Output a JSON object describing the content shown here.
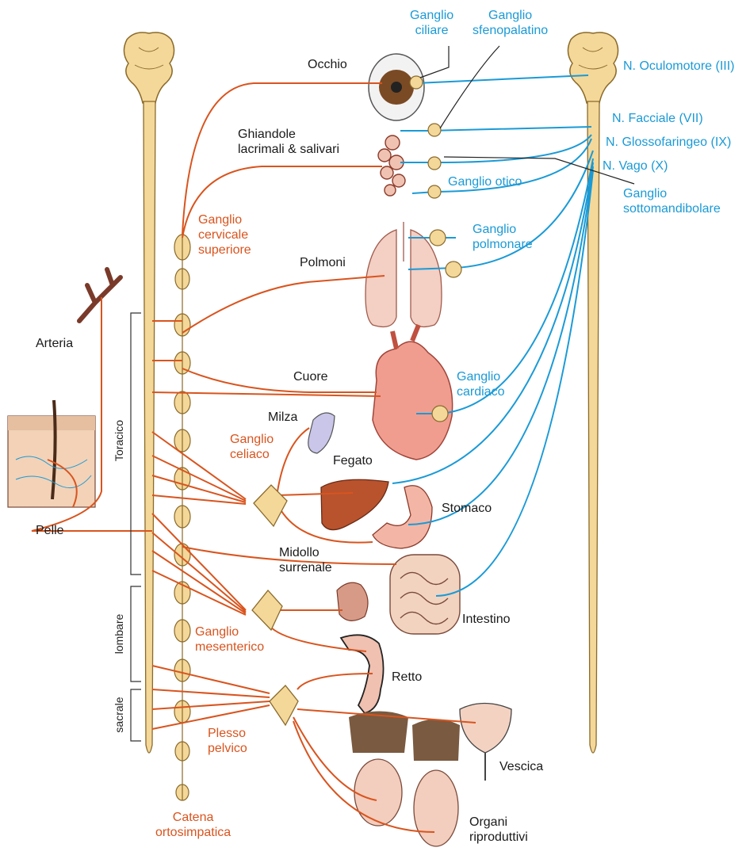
{
  "labels": {
    "ganglio_ciliare": [
      "Ganglio",
      "ciliare"
    ],
    "ganglio_sfenopalatino": [
      "Ganglio",
      "sfenopalatino"
    ],
    "occhio": "Occhio",
    "n_oculomotore": "N. Oculomotore (III)",
    "ghiandole": [
      "Ghiandole",
      "lacrimali & salivari"
    ],
    "n_facciale": "N. Facciale (VII)",
    "n_glossofaringeo": "N. Glossofaringeo (IX)",
    "n_vago": "N. Vago (X)",
    "ganglio_otico": "Ganglio otico",
    "ganglio_sottomandibolare": [
      "Ganglio",
      "sottomandibolare"
    ],
    "ganglio_cervicale": [
      "Ganglio",
      "cervicale",
      "superiore"
    ],
    "polmoni": "Polmoni",
    "ganglio_polmonare": [
      "Ganglio",
      "polmonare"
    ],
    "arteria": "Arteria",
    "cuore": "Cuore",
    "ganglio_cardiaco": [
      "Ganglio",
      "cardiaco"
    ],
    "milza": "Milza",
    "ganglio_celiaco": [
      "Ganglio",
      "celiaco"
    ],
    "fegato": "Fegato",
    "stomaco": "Stomaco",
    "pelle": "Pelle",
    "midollo_surrenale": [
      "Midollo",
      "surrenale"
    ],
    "intestino": "Intestino",
    "ganglio_mesenterico": [
      "Ganglio",
      "mesenterico"
    ],
    "retto": "Retto",
    "plesso_pelvico": [
      "Plesso",
      "pelvico"
    ],
    "vescica": "Vescica",
    "catena": [
      "Catena",
      "ortosimpatica"
    ],
    "organi": [
      "Organi",
      "riproduttivi"
    ],
    "toracico": "Toracico",
    "lombare": "lombare",
    "sacrale": "sacrale"
  },
  "colors": {
    "sympathetic": "#d9541e",
    "parasympathetic": "#1a9ad6",
    "spine": "#f4d89a",
    "spine_outline": "#8a6a2a"
  }
}
